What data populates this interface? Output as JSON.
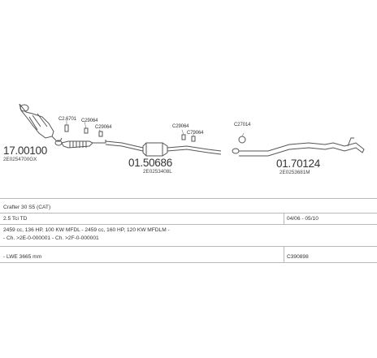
{
  "diagram": {
    "part_labels": [
      {
        "id": "p1",
        "number": "17.00100",
        "code": "2E0254700GX"
      },
      {
        "id": "p2",
        "number": "01.50686",
        "code": "2E0253408L"
      },
      {
        "id": "p3",
        "number": "01.70124",
        "code": "2E0253681M"
      }
    ],
    "clamp_labels": [
      "C2.6701",
      "C29064",
      "C29064",
      "C29064",
      "C79064",
      "C27014"
    ]
  },
  "info": {
    "vehicle": "Crafter 30 S5  (CAT)",
    "engine": "2.5 Tci TD",
    "date_range": "04/06 - 05/10",
    "spec": "2459 cc, 136 HP, 100 KW MFDL - 2459 cc, 160 HP, 120 KW MFDLM -",
    "chassis": "- Ch. >2E-0-000001 - Ch. >2F-0-000001",
    "wheelbase": "- LWE 3665 mm",
    "kit_code": "C390898"
  },
  "colors": {
    "line": "#555555",
    "grid": "#b9b9b9",
    "text": "#333333"
  }
}
